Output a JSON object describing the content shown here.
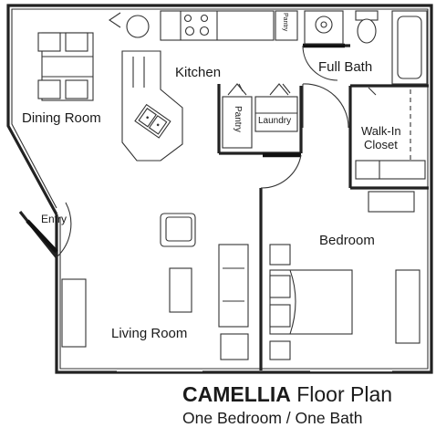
{
  "rooms": {
    "dining": "Dining Room",
    "kitchen": "Kitchen",
    "full_bath": "Full Bath",
    "pantry_top": "Pantry",
    "pantry_closet": "Pantry",
    "laundry": "Laundry",
    "walk_in_line1": "Walk-In",
    "walk_in_line2": "Closet",
    "entry": "Entry",
    "bedroom": "Bedroom",
    "living": "Living Room"
  },
  "caption": {
    "name": "CAMELLIA",
    "suffix": " Floor Plan",
    "subtitle": "One Bedroom / One Bath"
  }
}
